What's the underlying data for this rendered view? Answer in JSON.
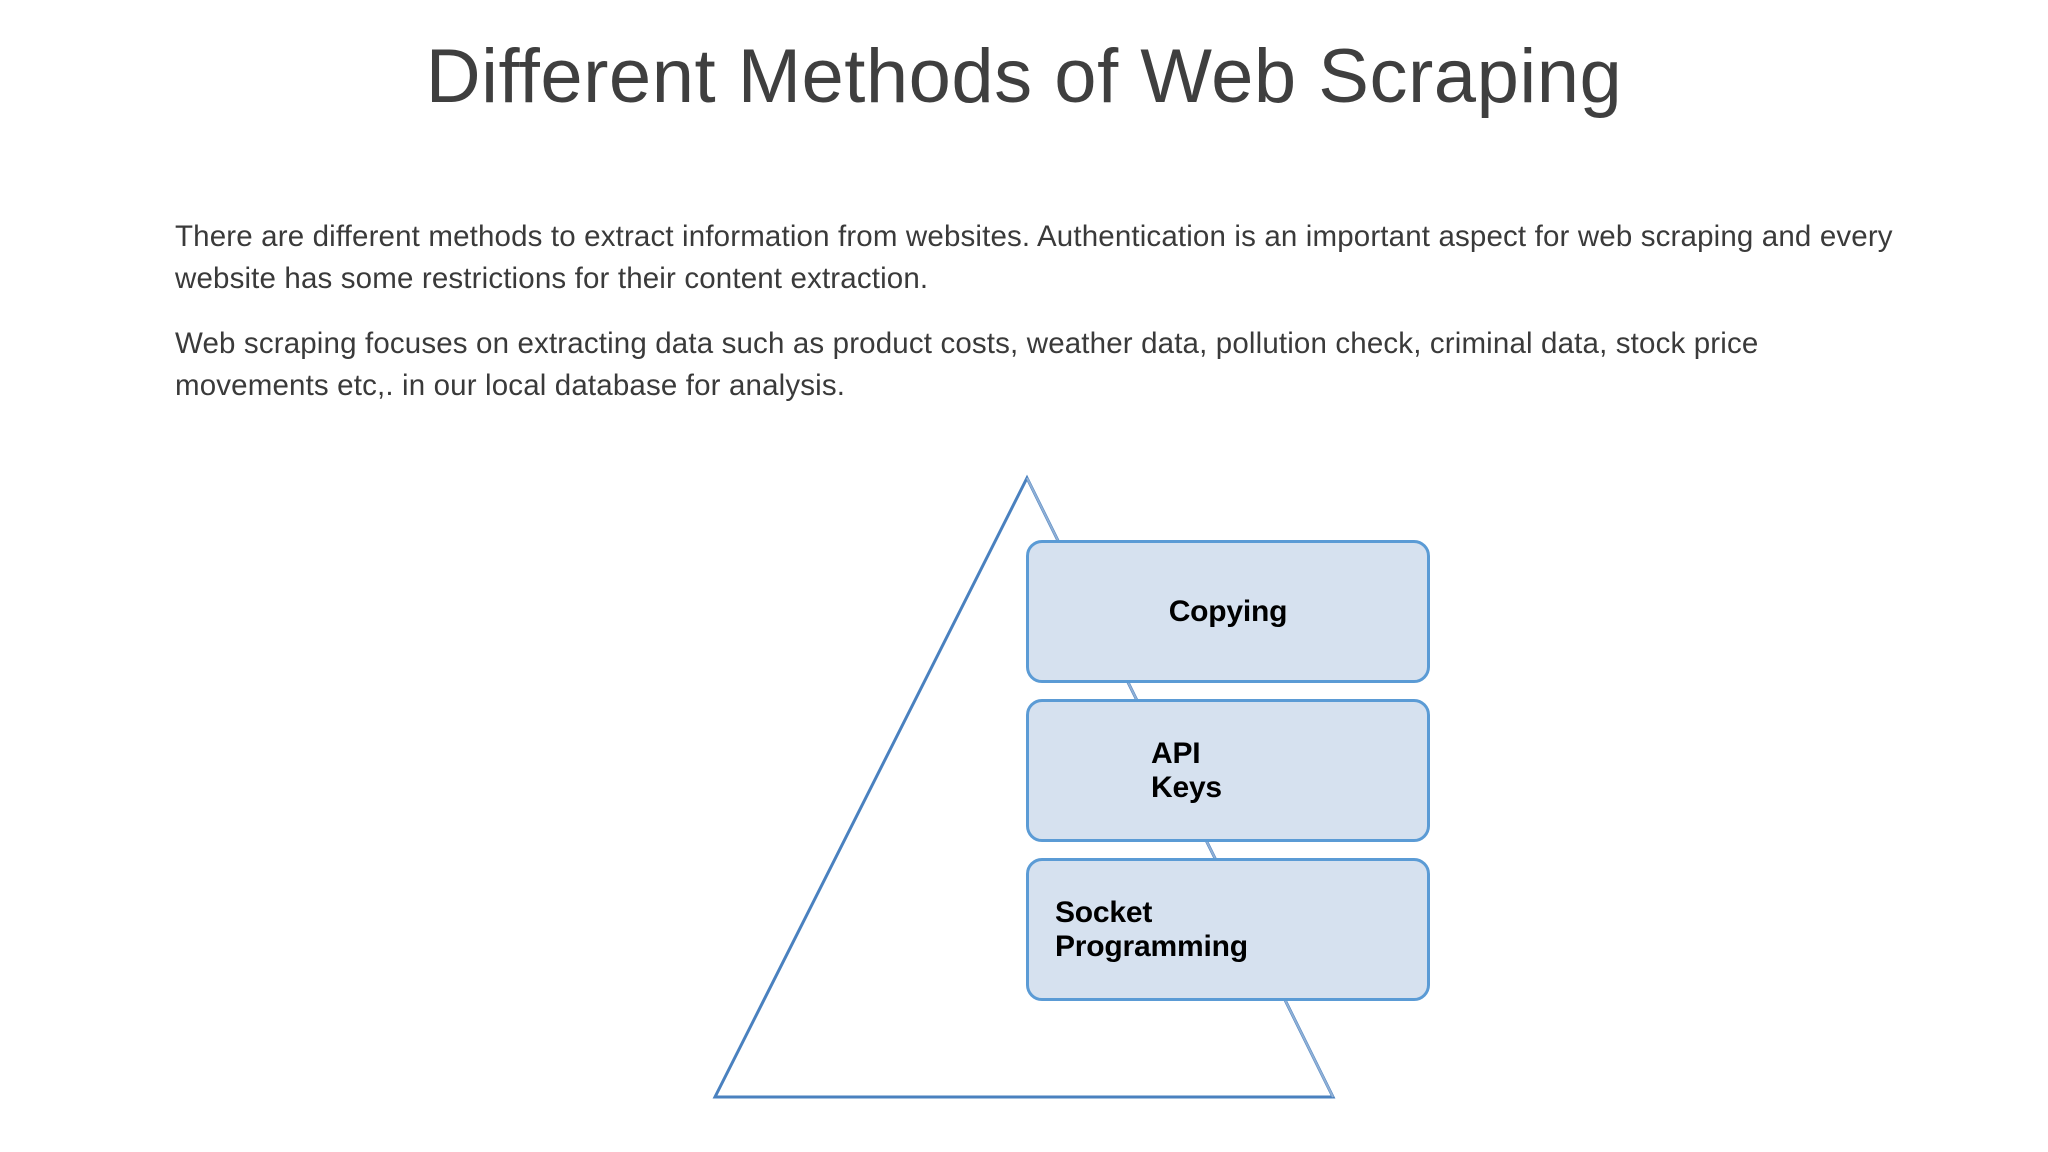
{
  "slide": {
    "title": "Different Methods of Web Scraping",
    "paragraphs": [
      "There are different methods to extract information from websites. Authentication is an important aspect for web scraping and every website has some restrictions for their content extraction.",
      "Web scraping focuses on extracting data such as product costs, weather data, pollution check, criminal data, stock price movements etc,. in our local database for analysis."
    ]
  },
  "diagram": {
    "shape": "pyramid",
    "outline_color": "#4a81bf",
    "box_fill": "#d6e1ef",
    "box_border": "#5b9bd5",
    "text_color": "#000000",
    "items": [
      {
        "label": "Copying",
        "lines": [
          "Copying"
        ]
      },
      {
        "label": "API Keys",
        "lines": [
          "API",
          "Keys"
        ]
      },
      {
        "label": "Socket Programming",
        "lines": [
          "Socket",
          "Programming"
        ]
      }
    ]
  }
}
